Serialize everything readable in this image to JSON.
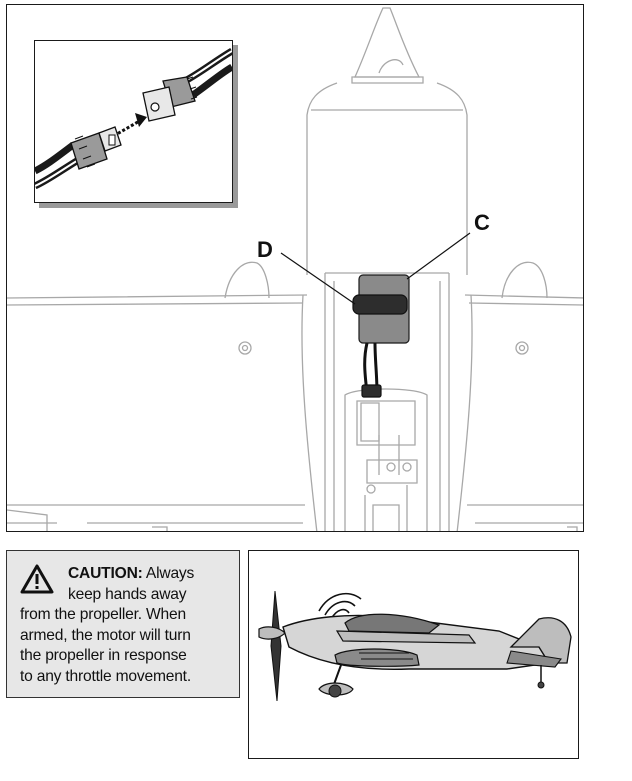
{
  "figure": {
    "callouts": {
      "c": "C",
      "d": "D"
    }
  },
  "caution": {
    "title": "CAUTION:",
    "line1": "Always",
    "line2": "keep hands away",
    "line3": "from the propeller. When",
    "line4": "armed, the motor will turn",
    "line5": "the propeller in response",
    "line6": "to any throttle movement."
  },
  "icons": {
    "warning": "warning-triangle-icon",
    "propeller_motion": "motion-arcs-icon"
  },
  "colors": {
    "outline": "#1a1a1a",
    "light_line": "#a8a8a8",
    "battery_fill": "#8a8a8a",
    "strap_fill": "#2d2d2d",
    "caution_bg": "#e7e7e7",
    "plane_fill": "#bdbdbd"
  }
}
